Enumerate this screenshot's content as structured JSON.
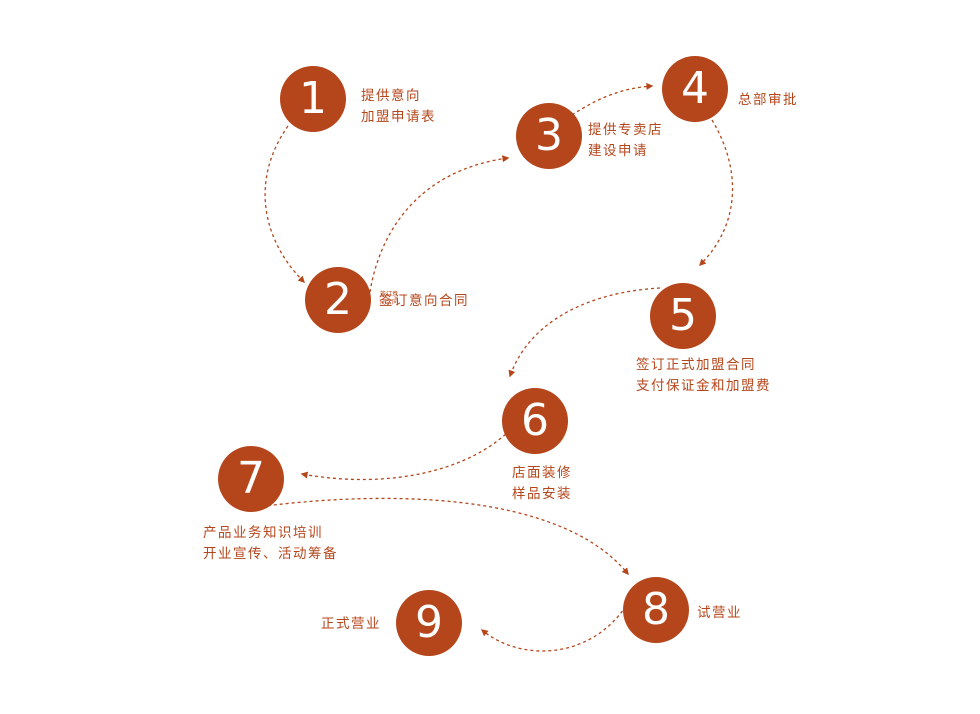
{
  "colors": {
    "accent": "#b5461b",
    "background": "#ffffff"
  },
  "steps": [
    {
      "number": "1",
      "lines": [
        "提供意向",
        "加盟申请表"
      ]
    },
    {
      "number": "2",
      "lines": [
        "签订意向合同"
      ],
      "small_lines": [
        "签订意",
        "向合同"
      ]
    },
    {
      "number": "3",
      "lines": [
        "提供专卖店",
        "建设申请"
      ]
    },
    {
      "number": "4",
      "lines": [
        "总部审批"
      ]
    },
    {
      "number": "5",
      "lines": [
        "签订正式加盟合同",
        "支付保证金和加盟费"
      ]
    },
    {
      "number": "6",
      "lines": [
        "店面装修",
        "样品安装"
      ]
    },
    {
      "number": "7",
      "lines": [
        "产品业务知识培训",
        "开业宣传、活动筹备"
      ]
    },
    {
      "number": "8",
      "lines": [
        "试营业"
      ]
    },
    {
      "number": "9",
      "lines": [
        "正式营业"
      ]
    }
  ]
}
